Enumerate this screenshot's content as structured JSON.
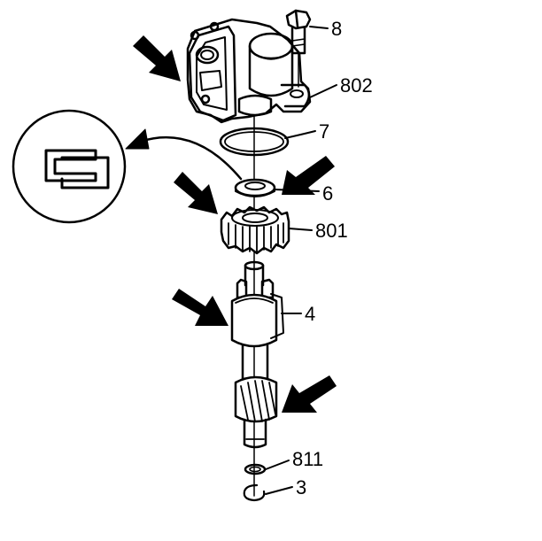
{
  "diagram": {
    "callouts": {
      "bolt": "8",
      "pump_housing": "802",
      "o_ring": "7",
      "washer": "6",
      "gear": "801",
      "shaft_bushing": "4",
      "small_ring": "811",
      "retaining_ring": "3"
    },
    "icons": {
      "inset": "detail-symbol-icon",
      "arrows": "pointer-arrow-icon"
    },
    "colors": {
      "ink": "#000000",
      "paper": "#ffffff"
    }
  }
}
